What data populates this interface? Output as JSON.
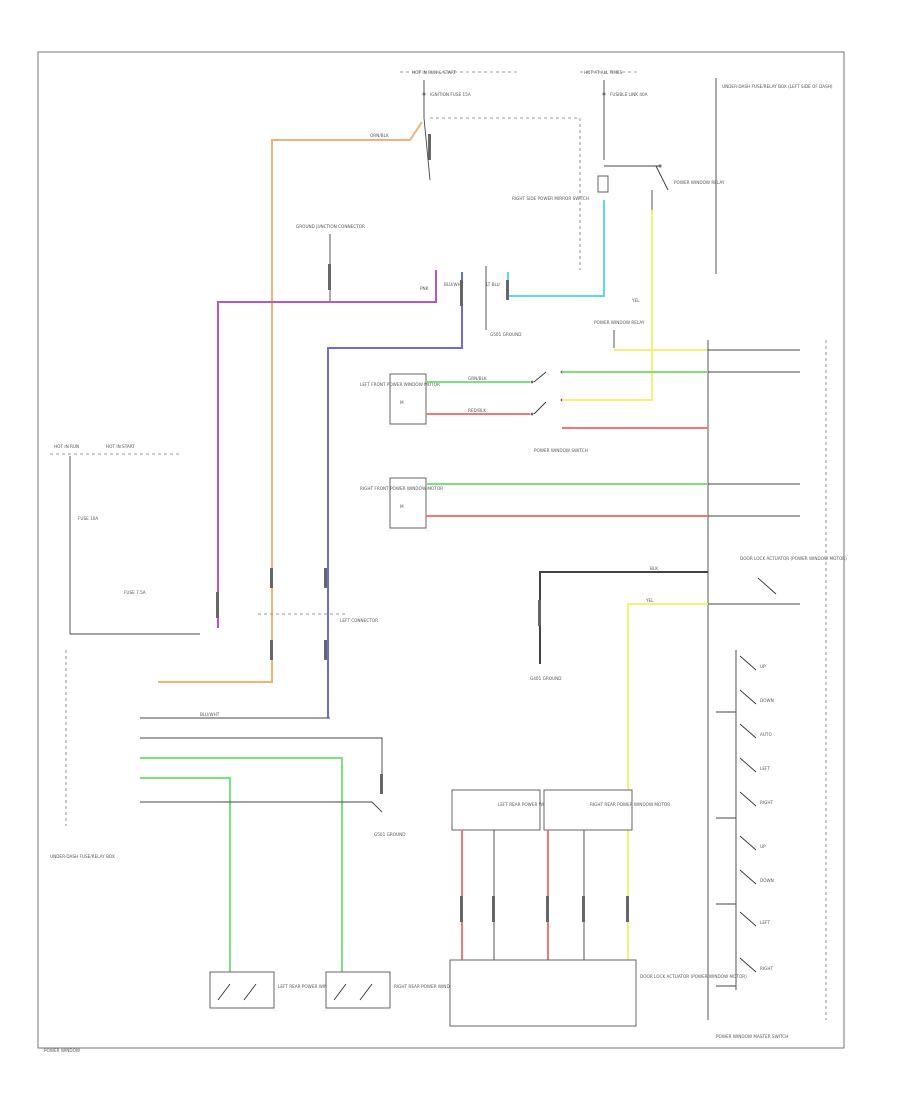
{
  "colors": {
    "orange": "#f0b27a",
    "purple": "#b455c8",
    "blue": "#6b6be8",
    "cyan": "#5ed8ee",
    "yellow": "#f4f07a",
    "green": "#7de07d",
    "red": "#f07878",
    "black": "#444444"
  },
  "labels": {
    "hot_in_run_start_top": "HOT IN RUN & START",
    "hot_at_all_times_top": "HOT AT ALL TIMES",
    "fuse_top_left": "IGNITION FUSE 15A",
    "fuse_top_right": "FUSIBLE LINK 40A",
    "underhood_box": "UNDER-DASH FUSE/RELAY BOX (LEFT SIDE OF DASH)",
    "power_window_relay": "POWER WINDOW RELAY",
    "ground_junction": "GROUND JUNCTION CONNECTOR",
    "driver_door_switch_box": "RIGHT SIDE POWER MIRROR SWITCH",
    "ground_g1": "G501 GROUND",
    "left_front_power_window_motor": "LEFT FRONT POWER WINDOW MOTOR",
    "right_front_power_window_motor": "RIGHT FRONT POWER WINDOW MOTOR",
    "power_window_switch": "POWER WINDOW SWITCH",
    "hot_in_run_left": "HOT IN RUN",
    "hot_in_start_left": "HOT IN START",
    "fuse_left": "FUSE 10A",
    "fuse_left_lower": "FUSE 7.5A",
    "left_connector": "LEFT CONNECTOR",
    "ground_g2": "G401 GROUND",
    "under_dash_relay": "UNDER-DASH FUSE/RELAY BOX",
    "ground_g3": "G501 GROUND",
    "left_rear_switch": "LEFT REAR POWER WINDOW SWITCH",
    "right_rear_switch": "RIGHT REAR POWER WINDOW SWITCH",
    "left_rear_motor": "LEFT REAR POWER WINDOW MOTOR",
    "right_rear_motor": "RIGHT REAR POWER WINDOW MOTOR",
    "door_lock_actuator": "DOOR LOCK ACTUATOR (POWER WINDOW MOTOR)",
    "master_switch": "POWER WINDOW MASTER SWITCH",
    "switch_up": "UP",
    "switch_down": "DOWN",
    "switch_auto": "AUTO",
    "switch_left": "LEFT",
    "switch_right": "RIGHT",
    "wire_orange": "ORN/BLK",
    "wire_green": "GRN/BLK",
    "wire_red": "RED/BLK",
    "wire_yellow": "YEL",
    "wire_blue": "BLU/WHT",
    "wire_black": "BLK",
    "wire_purple": "PNK",
    "wire_cyan": "LT BLU",
    "footer": "POWER WINDOW"
  }
}
